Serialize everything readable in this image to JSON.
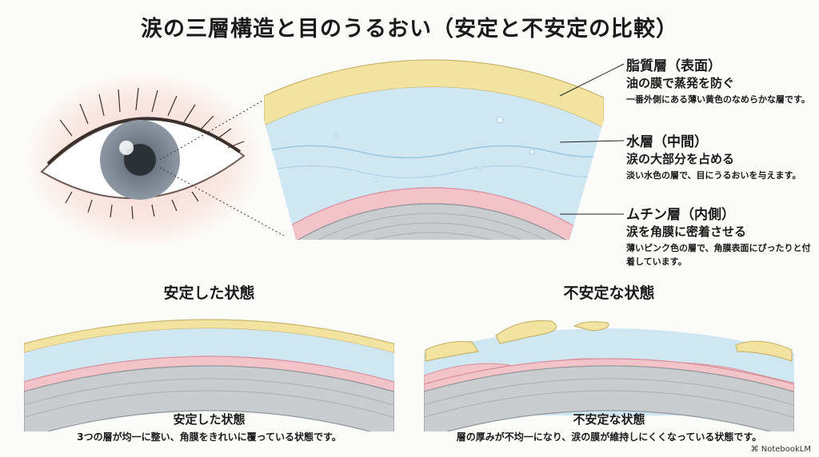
{
  "title": "涙の三層構造と目のうるおい（安定と不安定の比較）",
  "layers": [
    {
      "name": "脂質層（表面）",
      "subtitle": "油の膜で蒸発を防ぐ",
      "description": "一番外側にある薄い黄色のなめらかな層です。"
    },
    {
      "name": "水層（中間）",
      "subtitle": "涙の大部分を占める",
      "description": "淡い水色の層で、目にうるおいを与えます。"
    },
    {
      "name": "ムチン層（内側）",
      "subtitle": "涙を角膜に密着させる",
      "description": "薄いピンク色の層で、角膜表面にぴったりと付着しています。"
    }
  ],
  "comparison": {
    "stable": {
      "heading": "安定した状態",
      "caption": "安定した状態",
      "description": "3つの層が均一に整い、角膜をきれいに覆っている状態です。"
    },
    "unstable": {
      "heading": "不安定な状態",
      "caption": "不安定な状態",
      "description": "層の厚みが不均一になり、涙の膜が維持しにくくなっている状態です。"
    }
  },
  "brand": "NotebookLM",
  "colors": {
    "lipid": "#f3e3a0",
    "water": "#cfe6f3",
    "mucin": "#f2c3c8",
    "cornea": "#c9cdd0"
  }
}
